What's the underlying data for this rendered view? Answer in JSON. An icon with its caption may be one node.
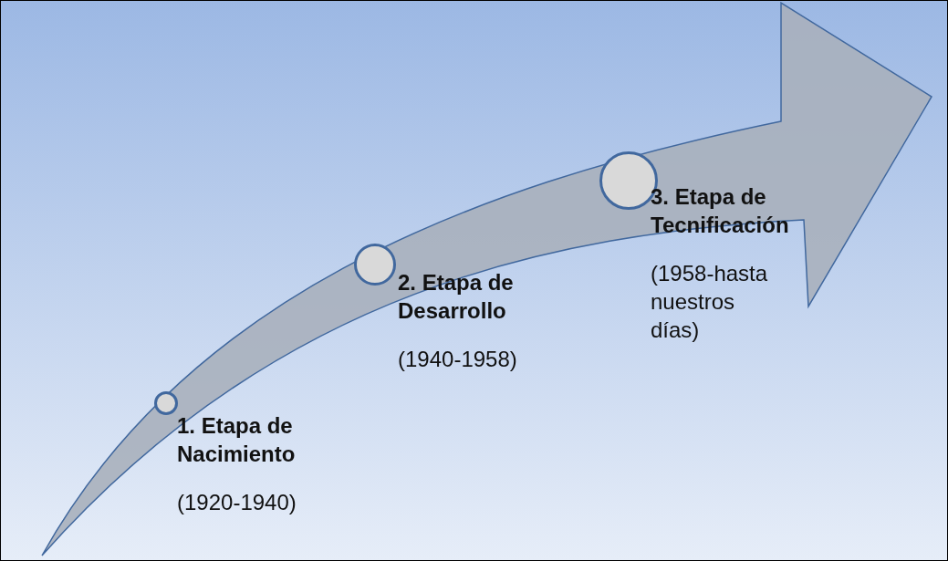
{
  "diagram": {
    "nodes": [
      {
        "text": [],
        "shape": "arrow"
      },
      {
        "text": [],
        "shape": "circle",
        "in": 0,
        "beside": [
          "1. Etapa de Nacimiento",
          "(1920-1940)"
        ]
      },
      {
        "text": [],
        "shape": "circle",
        "in": 0,
        "beside": [
          "2. Etapa de Desarrollo",
          "(1940-1958)"
        ]
      },
      {
        "text": [],
        "shape": "circle",
        "in": 0,
        "beside": [
          "3. Etapa de Tecnificación",
          "(1958-hasta nuestros días)"
        ]
      }
    ]
  }
}
